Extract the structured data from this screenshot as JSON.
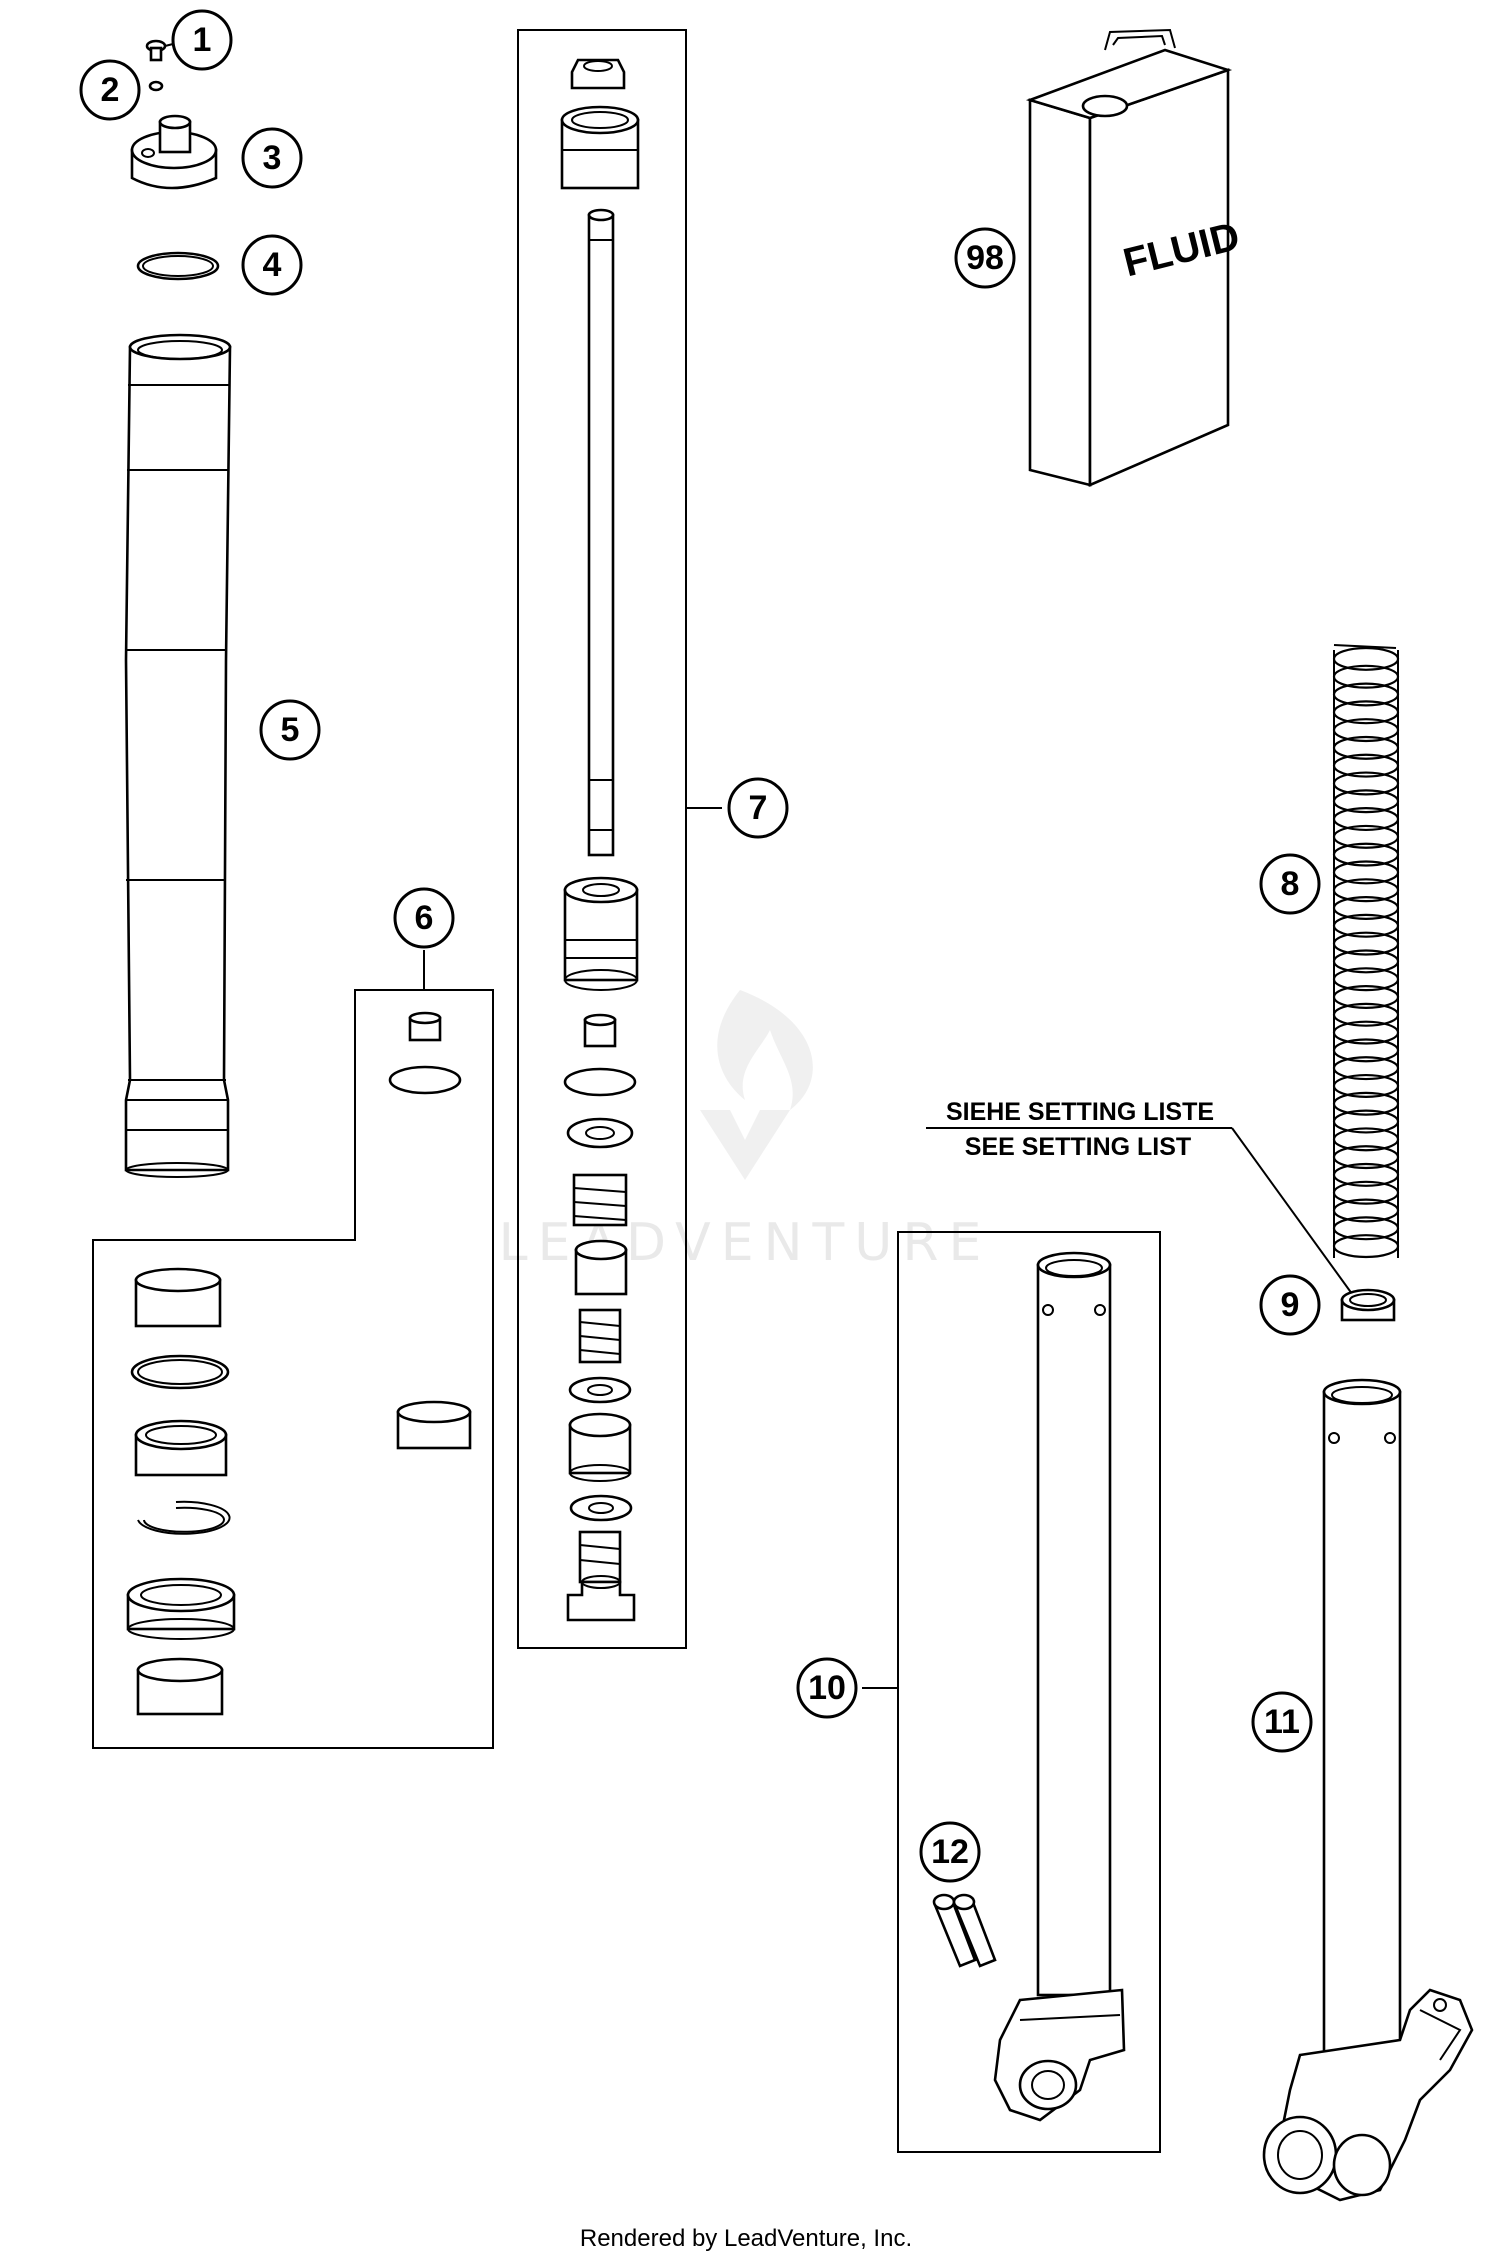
{
  "diagram": {
    "callouts": [
      "1",
      "2",
      "3",
      "4",
      "5",
      "6",
      "7",
      "8",
      "9",
      "10",
      "11",
      "12",
      "98"
    ],
    "can_label": "FLUID",
    "note_de": "SIEHE SETTING LISTE",
    "note_en": "SEE SETTING LIST",
    "watermark": "LEADVENTURE",
    "footer": "Rendered by LeadVenture, Inc."
  }
}
